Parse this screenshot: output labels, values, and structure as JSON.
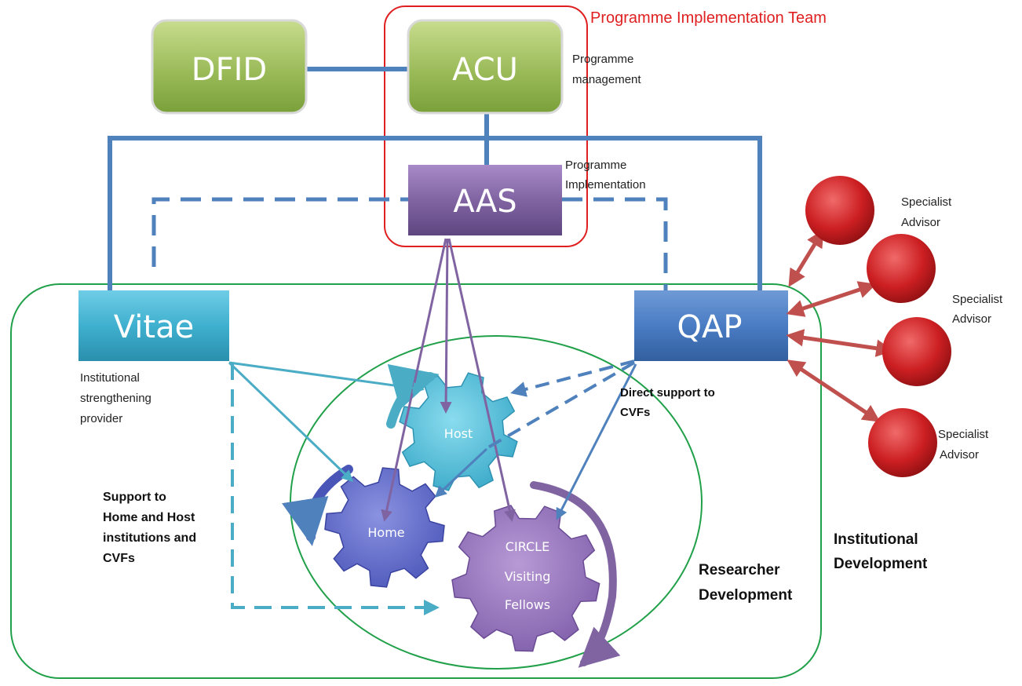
{
  "boxes": {
    "dfid": "DFID",
    "acu": "ACU",
    "aas": "AAS",
    "vitae": "Vitae",
    "qap": "QAP"
  },
  "labels": {
    "pit_title": "Programme Implementation Team",
    "prog_mgmt_1": "Programme",
    "prog_mgmt_2": "management",
    "prog_impl_1": "Programme",
    "prog_impl_2": "Implementation",
    "inst_str_1": "Institutional",
    "inst_str_2": "strengthening",
    "inst_str_3": "provider",
    "support_1": "Support to",
    "support_2": "Home and Host",
    "support_3": "institutions and",
    "support_4": "CVFs",
    "direct_1": "Direct support to",
    "direct_2": "CVFs",
    "researcher_1": "Researcher",
    "researcher_2": "Development",
    "institutional_1": "Institutional",
    "institutional_2": "Development"
  },
  "gears": {
    "host": "Host",
    "home": "Home",
    "circle_1": "CIRCLE",
    "circle_2": "Visiting",
    "circle_3": "Fellows"
  },
  "advisors": {
    "a1_1": "Specialist",
    "a1_2": "Advisor",
    "a2_1": "Specialist",
    "a2_2": "Advisor",
    "a3_1": "Specialist",
    "a3_2": "Advisor"
  },
  "colors": {
    "green_box": "#9bbb59",
    "purple_box": "#8064a2",
    "cyan_box": "#4bacc6",
    "blue_box": "#4f81bd",
    "connector": "#4f81bd",
    "red_outline": "#e02020",
    "green_outline": "#21a04a",
    "advisor": "#c0282b",
    "advisor_arrow": "#c0504d"
  }
}
